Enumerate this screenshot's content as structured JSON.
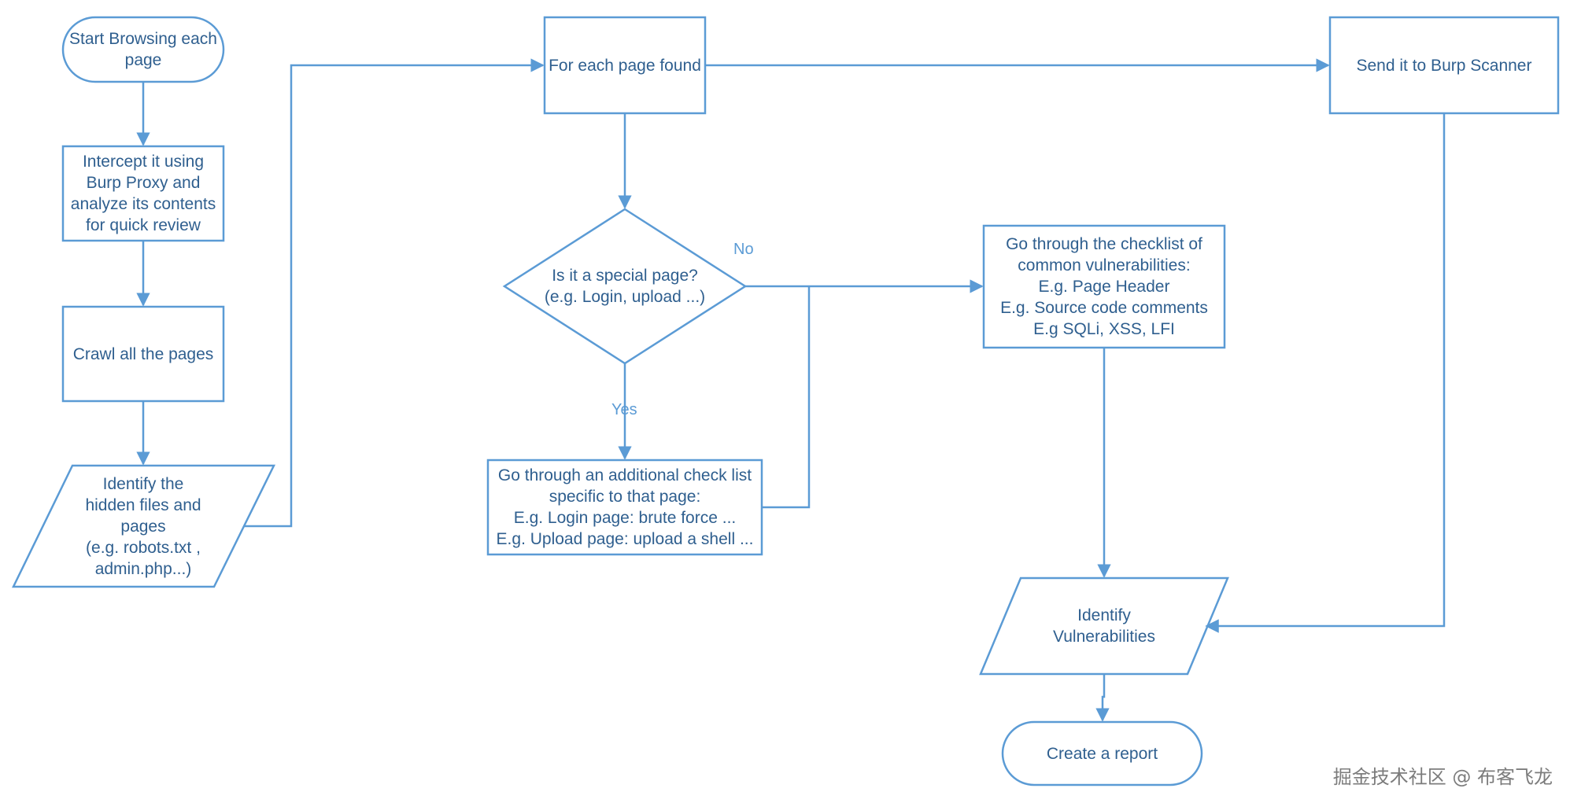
{
  "nodes": {
    "start": {
      "lines": [
        "Start Browsing each",
        "page"
      ]
    },
    "intercept": {
      "lines": [
        "Intercept it using",
        "Burp Proxy and",
        "analyze its contents",
        "for quick review"
      ]
    },
    "crawl": {
      "lines": [
        "Crawl all the pages"
      ]
    },
    "hidden": {
      "lines": [
        "Identify the",
        "hidden files and",
        "pages",
        "(e.g. robots.txt ,",
        "admin.php...)"
      ]
    },
    "each_page": {
      "lines": [
        "For each page found"
      ]
    },
    "special": {
      "lines": [
        "Is it a special page?",
        "(e.g. Login, upload ...)"
      ]
    },
    "additional": {
      "lines": [
        "Go through an additional check list",
        "specific to that page:",
        "E.g. Login page: brute force ...",
        "E.g. Upload page: upload a shell ..."
      ]
    },
    "checklist": {
      "lines": [
        "Go through the checklist of",
        "common vulnerabilities:",
        "E.g. Page Header",
        "E.g. Source code comments",
        "E.g SQLi, XSS, LFI"
      ]
    },
    "scanner": {
      "lines": [
        "Send it to Burp Scanner"
      ]
    },
    "identify_vuln": {
      "lines": [
        "Identify",
        "Vulnerabilities"
      ]
    },
    "report": {
      "lines": [
        "Create a report"
      ]
    }
  },
  "edges": {
    "no_label": "No",
    "yes_label": "Yes"
  },
  "watermark": "掘金技术社区 @ 布客飞龙",
  "colors": {
    "stroke": "#5b9bd5",
    "text": "#2f5f8f",
    "background": "#ffffff"
  }
}
